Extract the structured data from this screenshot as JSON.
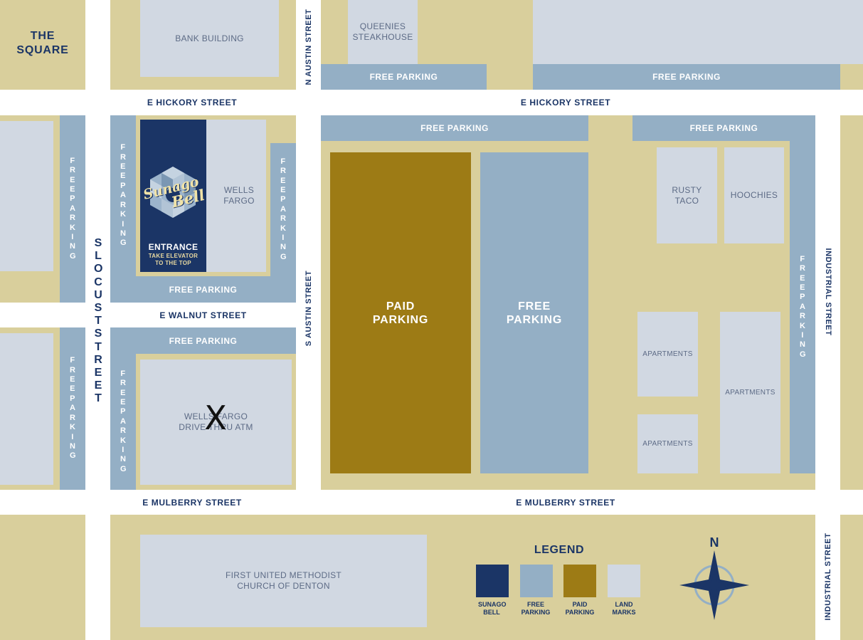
{
  "square": "THE SQUARE",
  "streets": {
    "hickory_left": "E HICKORY STREET",
    "hickory_right": "E HICKORY STREET",
    "walnut": "E WALNUT STREET",
    "mulberry_left": "E MULBERRY STREET",
    "mulberry_right": "E MULBERRY STREET",
    "n_austin": "N AUSTIN STREET",
    "s_austin": "S AUSTIN STREET",
    "s_locust": "SLOCUSTSTREET",
    "industrial_top": "INDUSTRIAL STREET",
    "industrial_bottom": "INDUSTRIAL STREET"
  },
  "landmarks": {
    "bank_building": "BANK BUILDING",
    "queenies": "QUEENIES STEAKHOUSE",
    "wells_fargo": "WELLS FARGO",
    "wells_atm": "WELLS FARGO DRIVE THRU ATM",
    "rusty_taco": "RUSTY TACO",
    "hoochies": "HOOCHIES",
    "apartments_1": "APARTMENTS",
    "apartments_2": "APARTMENTS",
    "apartments_3": "APARTMENTS",
    "church": "FIRST UNITED METHODIST CHURCH OF DENTON"
  },
  "parking": {
    "free_label": "FREE PARKING",
    "vertical_free": "FREEPARKING",
    "paid_big": "PAID PARKING",
    "free_big": "FREE PARKING"
  },
  "sunago": {
    "logo_line1": "Sunago",
    "logo_line2": "Bell",
    "entrance": "ENTRANCE",
    "elevator_line1": "TAKE ELEVATOR",
    "elevator_line2": "TO THE TOP"
  },
  "marker": "X",
  "legend": {
    "title": "LEGEND",
    "items": [
      {
        "label": "SUNAGO BELL",
        "color": "#1b3566"
      },
      {
        "label": "FREE PARKING",
        "color": "#94afc5"
      },
      {
        "label": "PAID PARKING",
        "color": "#9d7b15"
      },
      {
        "label": "LAND MARKS",
        "color": "#d1d8e2"
      }
    ]
  },
  "compass": {
    "north": "N"
  },
  "colors": {
    "land": "#d9cf9c",
    "road": "#ffffff",
    "free_parking": "#94afc5",
    "paid_parking": "#9d7b15",
    "landmark": "#d1d8e2",
    "navy": "#1b3566"
  }
}
